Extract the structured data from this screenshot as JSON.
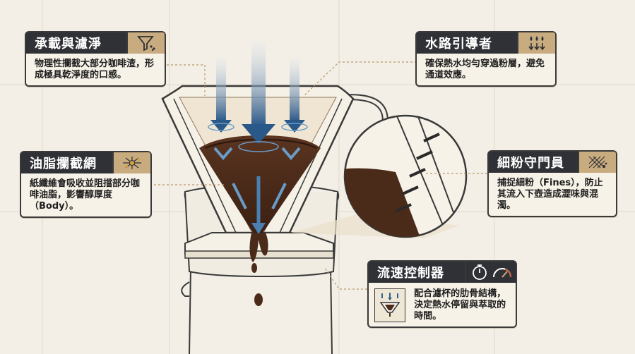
{
  "cards": {
    "carry": {
      "title": "承載與濾淨",
      "text": "物理性攔截大部分咖啡渣，形成極具乾淨度的口感。",
      "icon": "funnel-filter-icon"
    },
    "water": {
      "title": "水路引導者",
      "text": "確保熱水均勻穿過粉層，避免通道效應。",
      "icon": "water-drops-arrows-icon"
    },
    "oil": {
      "title": "油脂攔截網",
      "text": "紙纖維會吸收並阻擋部分咖啡油脂，影響醇厚度（Body）。",
      "icon": "mesh-droplets-icon"
    },
    "fines": {
      "title": "細粉守門員",
      "text": "捕捉細粉（Fines），防止其流入下壺造成澀味與混濁。",
      "icon": "fines-mesh-icon"
    },
    "flow": {
      "title": "流速控制器",
      "text": "配合濾杯的肋骨結構，決定熱水停留與萃取的時間。",
      "icons": [
        "stopwatch-icon",
        "gauge-icon",
        "dripper-arrows-icon"
      ]
    }
  },
  "colors": {
    "background": "#f3efe6",
    "header": "#2f3136",
    "icon_tab": "#c8ab7e",
    "water_arrow": "#2f5f8f",
    "coffee": "#4a2a18",
    "leader_line": "#b89868"
  }
}
